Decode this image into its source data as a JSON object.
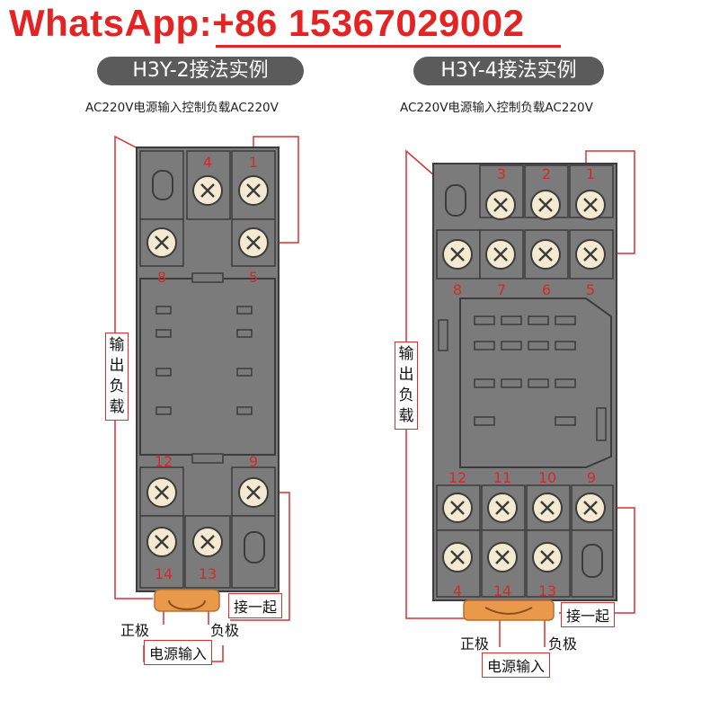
{
  "banner": {
    "text": "WhatsApp:+86 15367029002",
    "color": "#e52323"
  },
  "left": {
    "title": "H3Y-2接法实例",
    "subtitle": "AC220V电源输入控制负载AC220V",
    "terminals_top": [
      "4",
      "1"
    ],
    "terminals_upper_row": [
      "8",
      "5"
    ],
    "terminals_lower_top": [
      "12",
      "9"
    ],
    "terminals_bottom": [
      "14",
      "13"
    ],
    "load_label": "输出负载",
    "join_label": "接一起",
    "positive_label": "正极",
    "negative_label": "负极",
    "power_label": "电源输入"
  },
  "right": {
    "title": "H3Y-4接法实例",
    "subtitle": "AC220V电源输入控制负载AC220V",
    "terminals_top": [
      "3",
      "2",
      "1"
    ],
    "terminals_upper_row": [
      "8",
      "7",
      "6",
      "5"
    ],
    "terminals_lower_top": [
      "12",
      "11",
      "10",
      "9"
    ],
    "terminals_bottom": [
      "4",
      "14",
      "13"
    ],
    "load_label": "输出负载",
    "join_label": "接一起",
    "positive_label": "正极",
    "negative_label": "负极",
    "power_label": "电源输入"
  },
  "colors": {
    "base": "#7b7b7b",
    "dark": "#3c3c3c",
    "wire": "#d93030",
    "number": "#d42a2a",
    "screw": "#f4ead2",
    "accent": "#e89a4a"
  }
}
